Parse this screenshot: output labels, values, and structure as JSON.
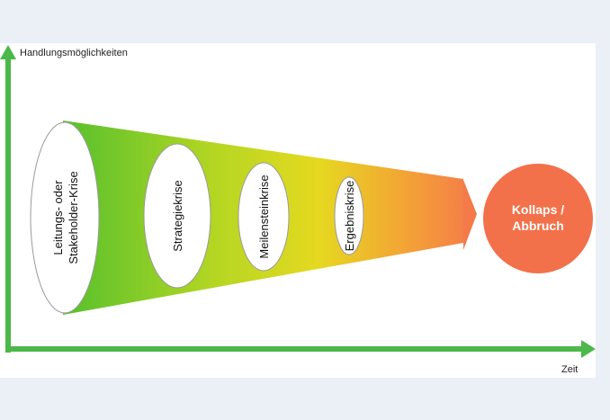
{
  "axes": {
    "y_label": "Handlungsmöglichkeiten",
    "x_label": "Zeit"
  },
  "stages": [
    {
      "line1": "Leitungs- oder",
      "line2": "Stakeholder-Krise"
    },
    {
      "line1": "Strategiekrise",
      "line2": ""
    },
    {
      "line1": "Meilensteinkrise",
      "line2": ""
    },
    {
      "line1": "Ergebniskrise",
      "line2": ""
    }
  ],
  "collapse": {
    "line1": "Kollaps /",
    "line2": "Abbruch"
  },
  "colors": {
    "axis": "#4cb84a",
    "funnel_start": "#56c02d",
    "funnel_mid": "#d9dd22",
    "funnel_end": "#f47a4a",
    "collapse_circle": "#f2714a"
  }
}
